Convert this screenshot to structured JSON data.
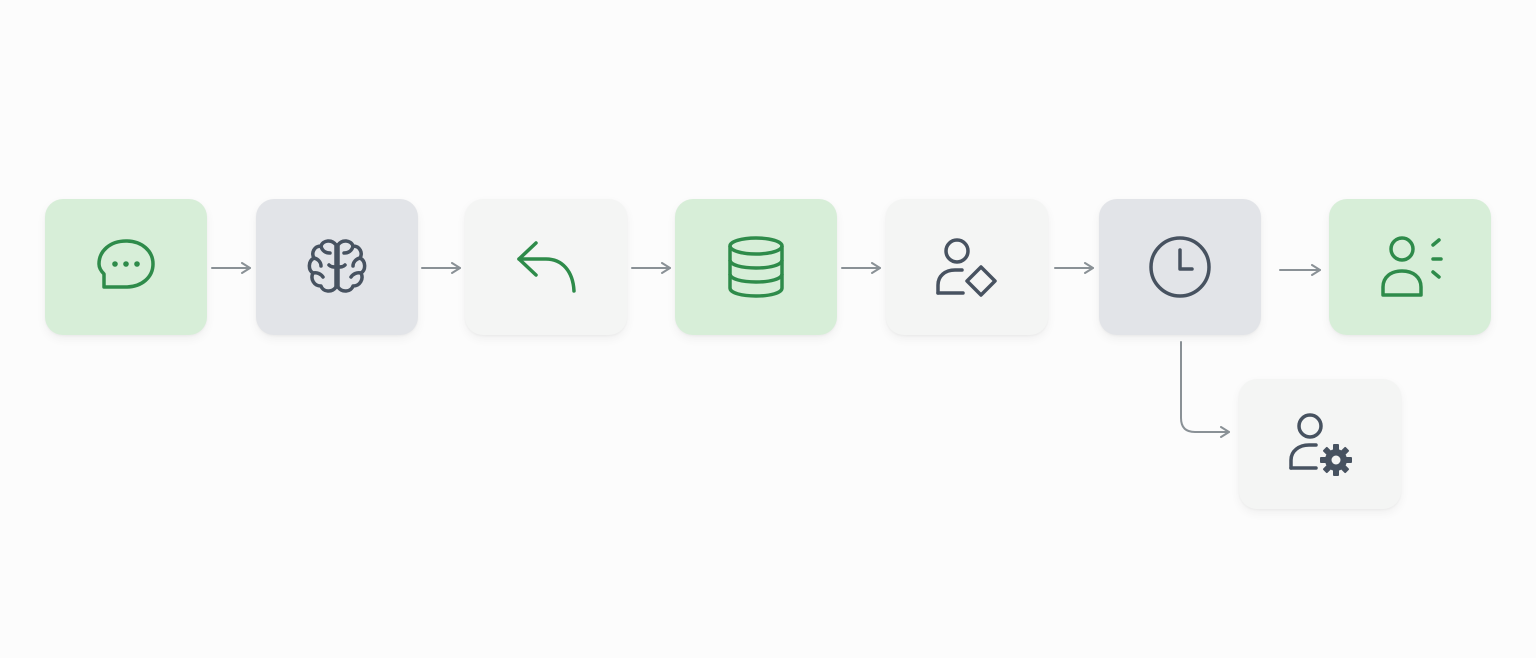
{
  "diagram": {
    "colors": {
      "green_fill": "#d7eed8",
      "gray_fill": "#e2e4e8",
      "light_fill": "#f4f5f4",
      "icon_green": "#2e8b4a",
      "icon_dark": "#475260",
      "connector": "#8a9196"
    },
    "nodes": [
      {
        "id": "n1",
        "icon": "chat-bubble-icon",
        "style": "green"
      },
      {
        "id": "n2",
        "icon": "brain-icon",
        "style": "gray"
      },
      {
        "id": "n3",
        "icon": "reply-arrow-icon",
        "style": "light"
      },
      {
        "id": "n4",
        "icon": "database-icon",
        "style": "green"
      },
      {
        "id": "n5",
        "icon": "user-tag-icon",
        "style": "light"
      },
      {
        "id": "n6",
        "icon": "clock-icon",
        "style": "gray"
      },
      {
        "id": "n7",
        "icon": "user-speaking-icon",
        "style": "green"
      },
      {
        "id": "n8",
        "icon": "user-settings-icon",
        "style": "light"
      }
    ],
    "edges": [
      {
        "from": "n1",
        "to": "n2"
      },
      {
        "from": "n2",
        "to": "n3"
      },
      {
        "from": "n3",
        "to": "n4"
      },
      {
        "from": "n4",
        "to": "n5"
      },
      {
        "from": "n5",
        "to": "n6"
      },
      {
        "from": "n6",
        "to": "n7"
      },
      {
        "from": "n6",
        "to": "n8"
      }
    ]
  }
}
